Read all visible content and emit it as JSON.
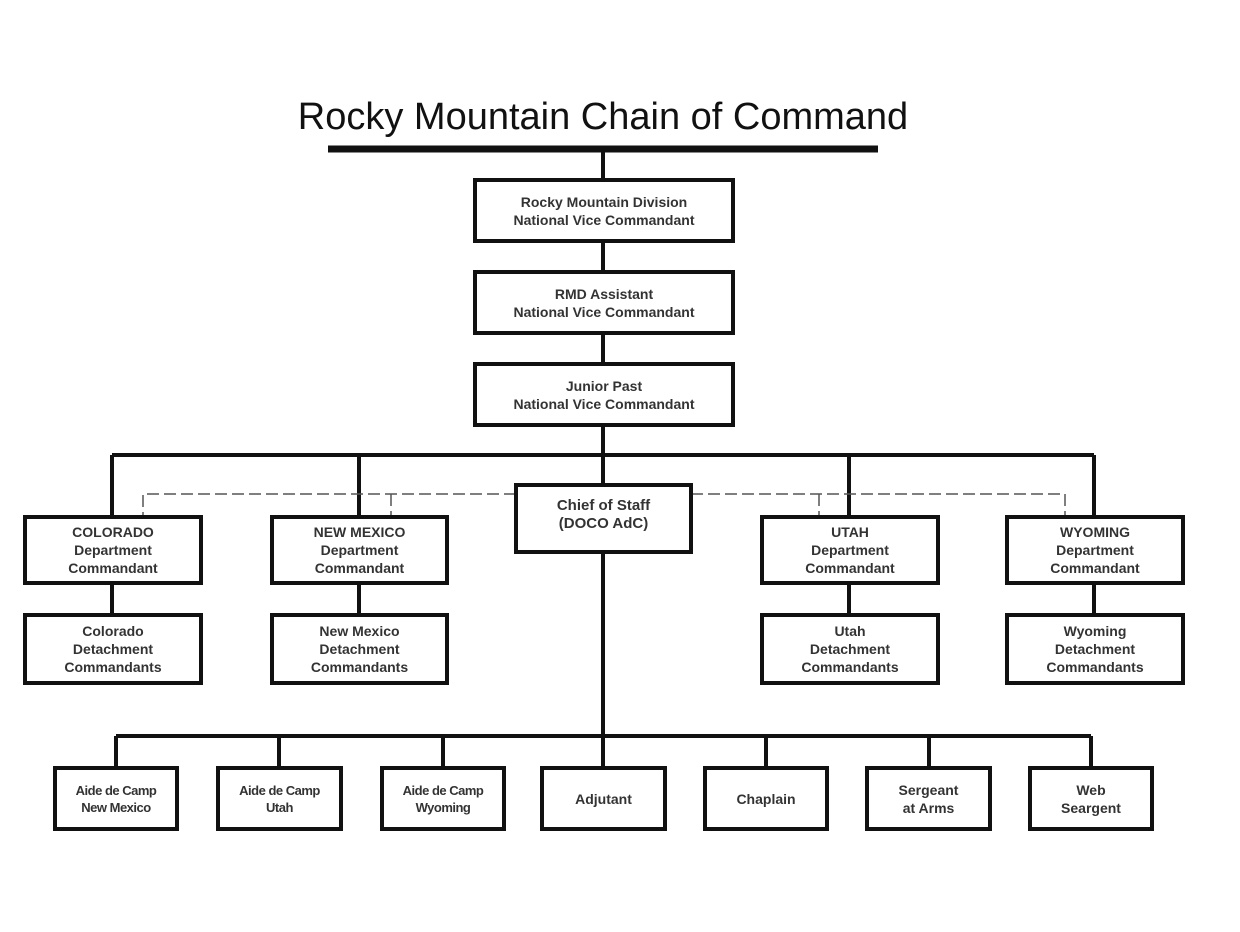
{
  "title": "Rocky Mountain Chain of Command",
  "chain": [
    {
      "lines": [
        "Rocky Mountain Division",
        "National Vice Commandant"
      ]
    },
    {
      "lines": [
        "RMD Assistant",
        "National Vice Commandant"
      ]
    },
    {
      "lines": [
        "Junior Past",
        "National Vice Commandant"
      ]
    }
  ],
  "chief_of_staff": {
    "lines": [
      "Chief of Staff",
      "(DOCO AdC)"
    ]
  },
  "departments": [
    {
      "dept": [
        "COLORADO",
        "Department",
        "Commandant"
      ],
      "detach": [
        "Colorado",
        "Detachment",
        "Commandants"
      ]
    },
    {
      "dept": [
        "NEW MEXICO",
        "Department",
        "Commandant"
      ],
      "detach": [
        "New Mexico",
        "Detachment",
        "Commandants"
      ]
    },
    {
      "dept": [
        "UTAH",
        "Department",
        "Commandant"
      ],
      "detach": [
        "Utah",
        "Detachment",
        "Commandants"
      ]
    },
    {
      "dept": [
        "WYOMING",
        "Department",
        "Commandant"
      ],
      "detach": [
        "Wyoming",
        "Detachment",
        "Commandants"
      ]
    }
  ],
  "staff": [
    {
      "lines": [
        "Aide de Camp",
        "New Mexico"
      ]
    },
    {
      "lines": [
        "Aide de Camp",
        "Utah"
      ]
    },
    {
      "lines": [
        "Aide de Camp",
        "Wyoming"
      ]
    },
    {
      "lines": [
        "Adjutant"
      ]
    },
    {
      "lines": [
        "Chaplain"
      ]
    },
    {
      "lines": [
        "Sergeant",
        "at Arms"
      ]
    },
    {
      "lines": [
        "Web",
        "Seargent"
      ]
    }
  ]
}
